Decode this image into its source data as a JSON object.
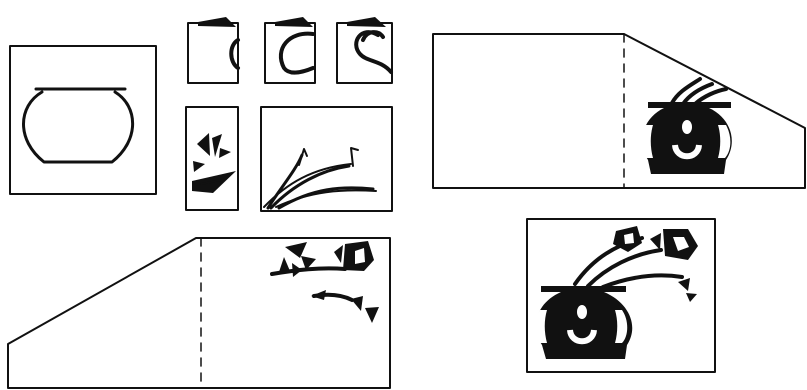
{
  "diagram": {
    "steps": [
      {
        "id": "vase-outline"
      },
      {
        "id": "folded-card-1"
      },
      {
        "id": "folded-card-2"
      },
      {
        "id": "folded-card-3"
      },
      {
        "id": "leaf-cutout"
      },
      {
        "id": "branches-cutout"
      },
      {
        "id": "card-vase-folded"
      },
      {
        "id": "card-flowers-folded"
      },
      {
        "id": "finished-card"
      }
    ]
  }
}
